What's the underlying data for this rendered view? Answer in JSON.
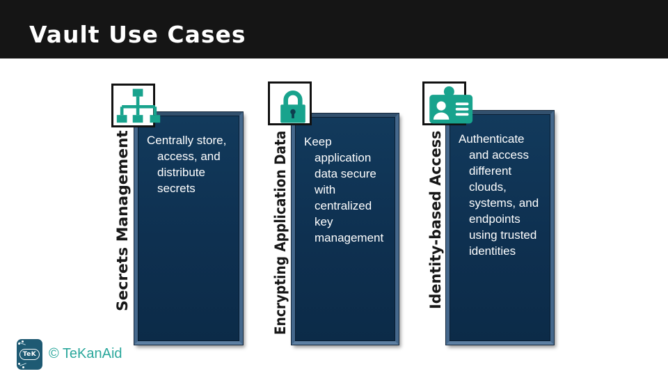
{
  "header": {
    "title": "Vault Use Cases"
  },
  "columns": [
    {
      "label": "Secrets Management",
      "icon": "org-chart-icon",
      "lines": [
        "Centrally store,",
        "access, and",
        "distribute",
        "secrets"
      ]
    },
    {
      "label": "Encrypting Application Data",
      "icon": "lock-icon",
      "lines": [
        "Keep",
        "application",
        "data secure",
        "with",
        "centralized",
        "key",
        "management"
      ]
    },
    {
      "label": "Identity-based Access",
      "icon": "id-badge-icon",
      "lines": [
        "Authenticate",
        "and access",
        "different",
        "clouds,",
        "systems, and",
        "endpoints",
        "using trusted",
        "identities"
      ]
    }
  ],
  "footer": {
    "copyright": "© TeKanAid",
    "logo_text": "TeK"
  },
  "colors": {
    "header_black": "#151515",
    "panel_navy": "#0e3050",
    "accent_teal": "#18a38d",
    "copyright_teal": "#2aa79b",
    "label_black": "#171717"
  }
}
